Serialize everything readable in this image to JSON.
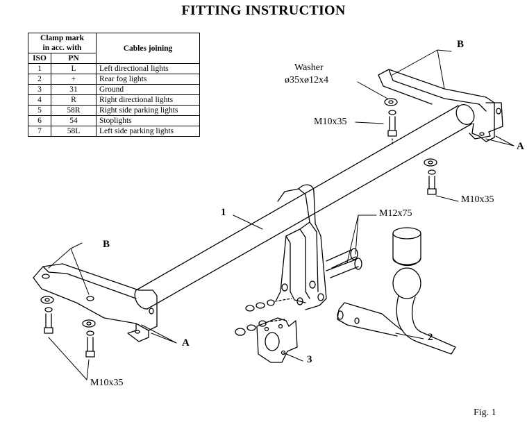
{
  "title": "FITTING INSTRUCTION",
  "table": {
    "header_clamp_line1": "Clamp mark",
    "header_clamp_line2": "in acc. with",
    "header_cables": "Cables joining",
    "col_iso": "ISO",
    "col_pn": "PN",
    "rows": [
      {
        "iso": "1",
        "pn": "L",
        "desc": "Left directional lights"
      },
      {
        "iso": "2",
        "pn": "+",
        "desc": "Rear fog lights"
      },
      {
        "iso": "3",
        "pn": "31",
        "desc": "Ground"
      },
      {
        "iso": "4",
        "pn": "R",
        "desc": "Right directional lights"
      },
      {
        "iso": "5",
        "pn": "58R",
        "desc": "Right side parking lights"
      },
      {
        "iso": "6",
        "pn": "54",
        "desc": "Stoplights"
      },
      {
        "iso": "7",
        "pn": "58L",
        "desc": "Left side parking lights"
      }
    ]
  },
  "labels": {
    "washer_line1": "Washer",
    "washer_line2": "ø35xø12x4",
    "bolt_m10_top": "M10x35",
    "bolt_m10_right": "M10x35",
    "bolt_m10_bottom": "M10x35",
    "bolt_m12": "M12x75",
    "part_1": "1",
    "part_2": "2",
    "part_3": "3",
    "letter_b_top": "B",
    "letter_a_right": "A",
    "letter_b_left": "B",
    "letter_a_bottom": "A",
    "figure": "Fig. 1"
  }
}
